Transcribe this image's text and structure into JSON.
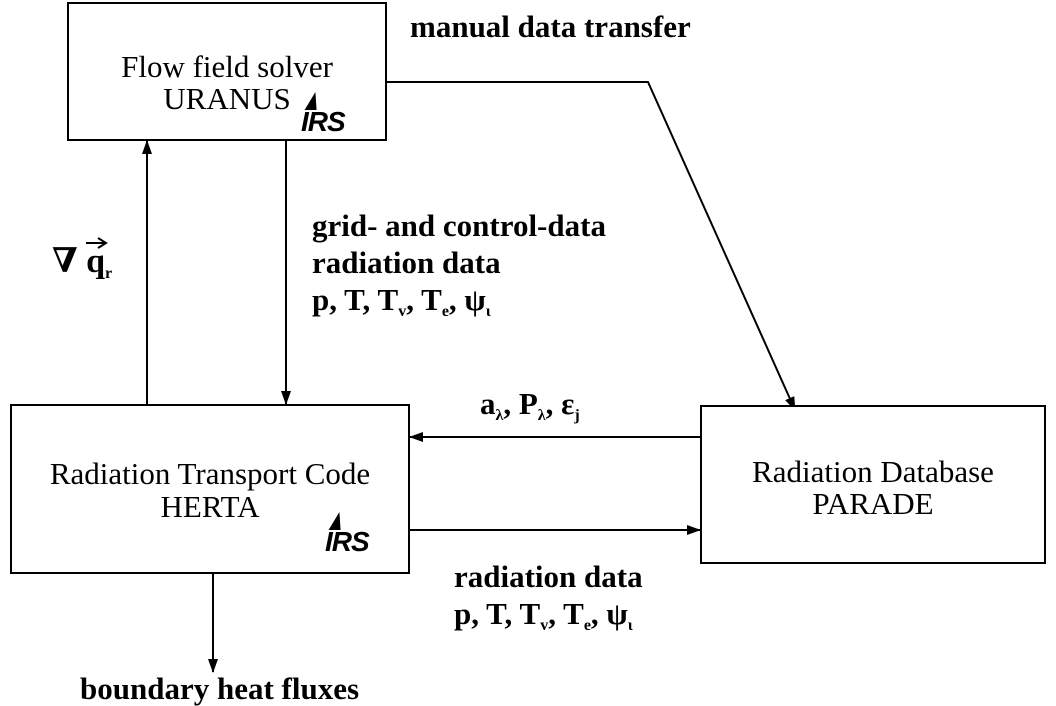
{
  "flow_solver": {
    "title_line1": "Flow field solver",
    "title_line2": "URANUS",
    "logo": "IRS"
  },
  "herta": {
    "title_line1": "Radiation Transport Code",
    "title_line2": "HERTA",
    "logo": "IRS"
  },
  "parade": {
    "title_line1": "Radiation Database",
    "title_line2": "PARADE"
  },
  "edges": {
    "manual_transfer": "manual data transfer",
    "grid_control": "grid- and control-data",
    "radiation_data_down": "radiation data",
    "state_vars_down": {
      "p": "p, T, T",
      "v": "v",
      "mid": ", T",
      "e": "e",
      "psi": ", ψ",
      "i": "ι"
    },
    "grad_q": {
      "nabla": "∇",
      "q": "q",
      "r": "r"
    },
    "coefficients": {
      "a": "a",
      "lambda1": "λ",
      "comma1": ", P",
      "lambda2": "λ",
      "eps": ", ε",
      "j": "j"
    },
    "radiation_data_right": "radiation data",
    "state_vars_right": {
      "p": "p, T, T",
      "v": "v",
      "mid": ", T",
      "e": "e",
      "psi": ", ψ",
      "i": "ι"
    },
    "boundary_fluxes": "boundary heat fluxes"
  }
}
